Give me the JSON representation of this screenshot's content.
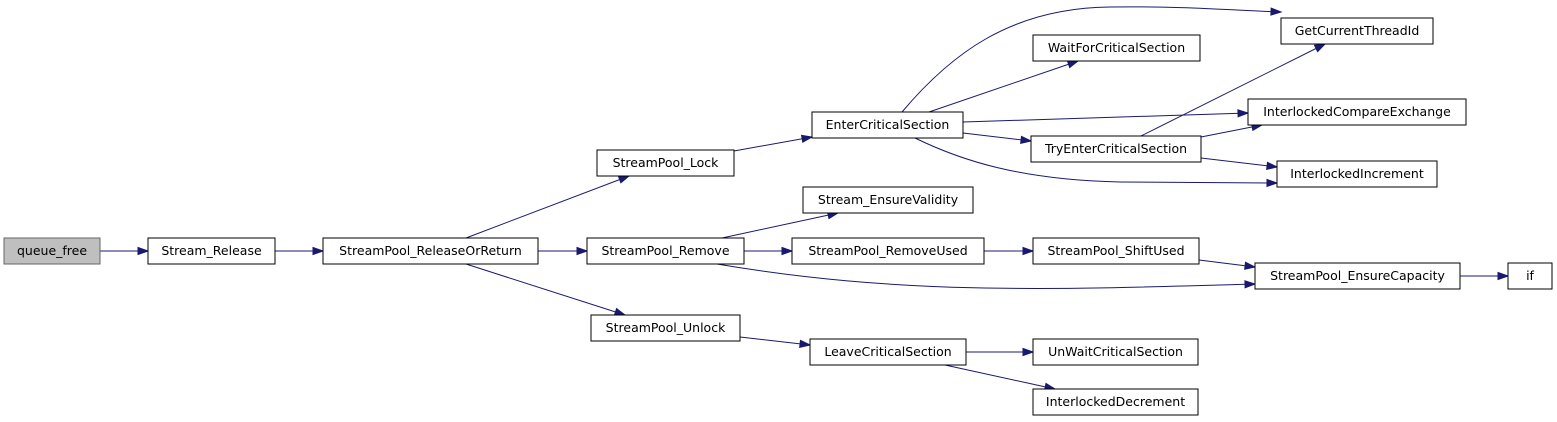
{
  "colors": {
    "edge": "#191970",
    "root_fill": "#bfbfbf",
    "node_fill": "#ffffff"
  },
  "nodes": {
    "queue_free": "queue_free",
    "stream_release": "Stream_Release",
    "streampool_releaseorreturn": "StreamPool_ReleaseOrReturn",
    "streampool_lock": "StreamPool_Lock",
    "streampool_remove": "StreamPool_Remove",
    "streampool_unlock": "StreamPool_Unlock",
    "entercriticalsection": "EnterCriticalSection",
    "stream_ensurevalidity": "Stream_EnsureValidity",
    "streampool_removeused": "StreamPool_RemoveUsed",
    "leavecriticalsection": "LeaveCriticalSection",
    "waitforcriticalsection": "WaitForCriticalSection",
    "tryentercriticalsection": "TryEnterCriticalSection",
    "streampool_shiftused": "StreamPool_ShiftUsed",
    "unwaitcriticalsection": "UnWaitCriticalSection",
    "interlockeddecrement": "InterlockedDecrement",
    "getcurrentthreadid": "GetCurrentThreadId",
    "interlockedcompareexchange": "InterlockedCompareExchange",
    "interlockedincrement": "InterlockedIncrement",
    "streampool_ensurecapacity": "StreamPool_EnsureCapacity",
    "if": "if"
  }
}
